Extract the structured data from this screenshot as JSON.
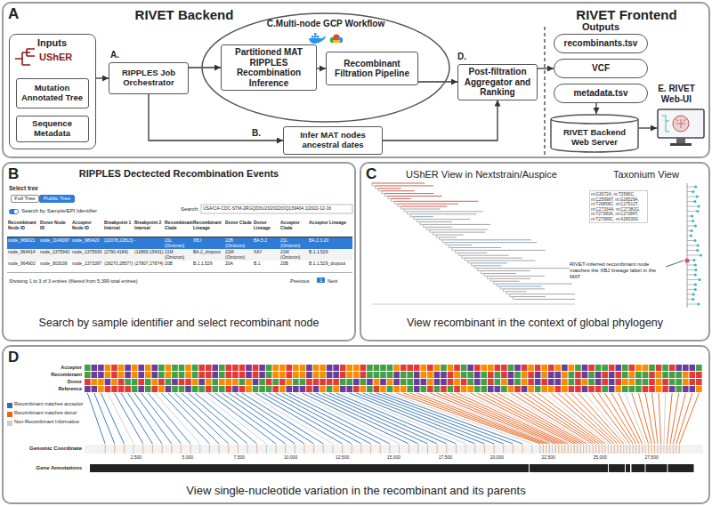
{
  "diagram": {
    "nodes": [
      {
        "text": [
          "A",
          "RIVET Backend",
          "RIVET Frontend"
        ]
      },
      {
        "text": [
          "Inputs"
        ],
        "in": 0
      },
      {
        "text": [
          "Mutation Annotated Tree"
        ],
        "in": 1
      },
      {
        "text": [
          "Sequence Metadata"
        ],
        "in": 1
      },
      {
        "text": [
          "RIPPLES Job Orchestrator"
        ],
        "in": 0
      },
      {
        "text": [
          "C.Multi-node GCP Workflow"
        ],
        "in": 0
      },
      {
        "text": [
          "Partitioned MAT RIPPLES Recombination Inference"
        ],
        "in": 5
      },
      {
        "text": [
          "Recombinant Filtration Pipeline"
        ],
        "in": 5
      },
      {
        "text": [
          "Post-filtration Aggregator and Ranking"
        ],
        "in": 0
      },
      {
        "text": [
          "Infer MAT nodes ancestral dates"
        ],
        "in": 0
      },
      {
        "text": [
          "recombinants.tsv"
        ],
        "in": 0
      },
      {
        "text": [
          "VCF"
        ],
        "in": 0
      },
      {
        "text": [
          "metadata.tsv"
        ],
        "in": 0
      },
      {
        "text": [
          "RIVET Backend Web Server"
        ],
        "in": 0
      },
      {
        "text": [
          "E. RIVET Web-UI"
        ],
        "in": 0
      },
      {
        "text": [
          "B",
          "RIPPLES Dectected Recombination Events",
          "Search by sample identifier and select recombinant node"
        ]
      },
      {
        "text": [
          "C",
          "UShER View in Nextstrain/Auspice",
          "Taxonium View",
          "View recombinant in the context of global phylogeny"
        ]
      },
      {
        "text": [
          "D",
          "View single-nucleotide variation in the recombinant and its parents"
        ]
      }
    ],
    "edges": [
      {
        "from": 1,
        "to": 4,
        "arrow": "to"
      },
      {
        "from": 4,
        "to": 6,
        "arrow": "to"
      },
      {
        "from": 6,
        "to": 7,
        "arrow": "to"
      },
      {
        "from": 7,
        "to": 8,
        "arrow": "to"
      },
      {
        "from": 4,
        "to": 9,
        "arrow": "to"
      },
      {
        "from": 9,
        "to": 8,
        "arrow": "to"
      },
      {
        "from": 8,
        "to": 11,
        "arrow": "to"
      },
      {
        "from": 12,
        "to": 13,
        "arrow": "to"
      },
      {
        "from": 13,
        "to": 14,
        "arrow": "to"
      }
    ],
    "labels": [
      "UShER",
      "A.",
      "B.",
      "D.",
      "Outputs",
      "Select tree",
      "Full Tree",
      "Public Tree",
      "Search by Sample/EPI Identifier",
      "Search:",
      "USA/CA-CDC-STM-2RGQD3U23/2022|OQ139404.1|2022-12-16",
      "Recombinant Node ID",
      "Donor Node ID",
      "Acceptor Node ID",
      "Breakpoint 1 Interval",
      "Breakpoint 2 Interval",
      "Recombinant Clade",
      "Recombinant Lineage",
      "Donor Clade",
      "Donor Lineage",
      "Acceptor Clade",
      "Acceptor Lineage",
      "node_969021",
      "node_1149097",
      "node_980420",
      "(22078,22813)",
      "-",
      "21L (Omicron)",
      "XBJ",
      "22B (Omicron)",
      "BA.5.2",
      "21L (Omicron)",
      "BA.2.3.20",
      "node_964414",
      "node_1375942",
      "node_1375939",
      "(2790,4184)",
      "(12869,15431)",
      "21M (Omicron)",
      "BA.2_dropout",
      "21M (Omicron)",
      "XAY",
      "21M (Omicron)",
      "B.1.1.529",
      "node_964903",
      "node_803039",
      "node_1373397",
      "(28270,28577)",
      "(27807,27874)",
      "20B",
      "B.1.1.529",
      "20A",
      "B.1",
      "20B",
      "B.1.1.529_dropout",
      "Showing 1 to 3 of 3 entries (filtered from 5,399 total entries)",
      "Previous",
      "1",
      "Next",
      "nt:G3072A, nt:T2580C, nt:C25698T, nt:G26529A, nt:T26858C, nt:C27512T, nt:C27334A, nt:C27382G, nt:T27383A, nt:C27384T, nt:T27389C, nt:A28330G",
      "RIVET-inferred recombinant node matches the XBJ lineage label in the MAT",
      "Acceptor",
      "Recombinant",
      "Donor",
      "Reference",
      "Genomic Coordinate",
      "Gene Annotations",
      "2,500",
      "5,000",
      "7,500",
      "10,000",
      "12,500",
      "15,000",
      "17,500",
      "20,000",
      "22,500",
      "25,000",
      "27,500"
    ],
    "legend": [
      {
        "text": "Recombinant matches acceptor",
        "color": "#2f6fb0"
      },
      {
        "text": "Recombinant matches donor",
        "color": "#e8641e"
      },
      {
        "text": "Non-Recombinant Informative",
        "color": "#cccccc"
      }
    ]
  }
}
